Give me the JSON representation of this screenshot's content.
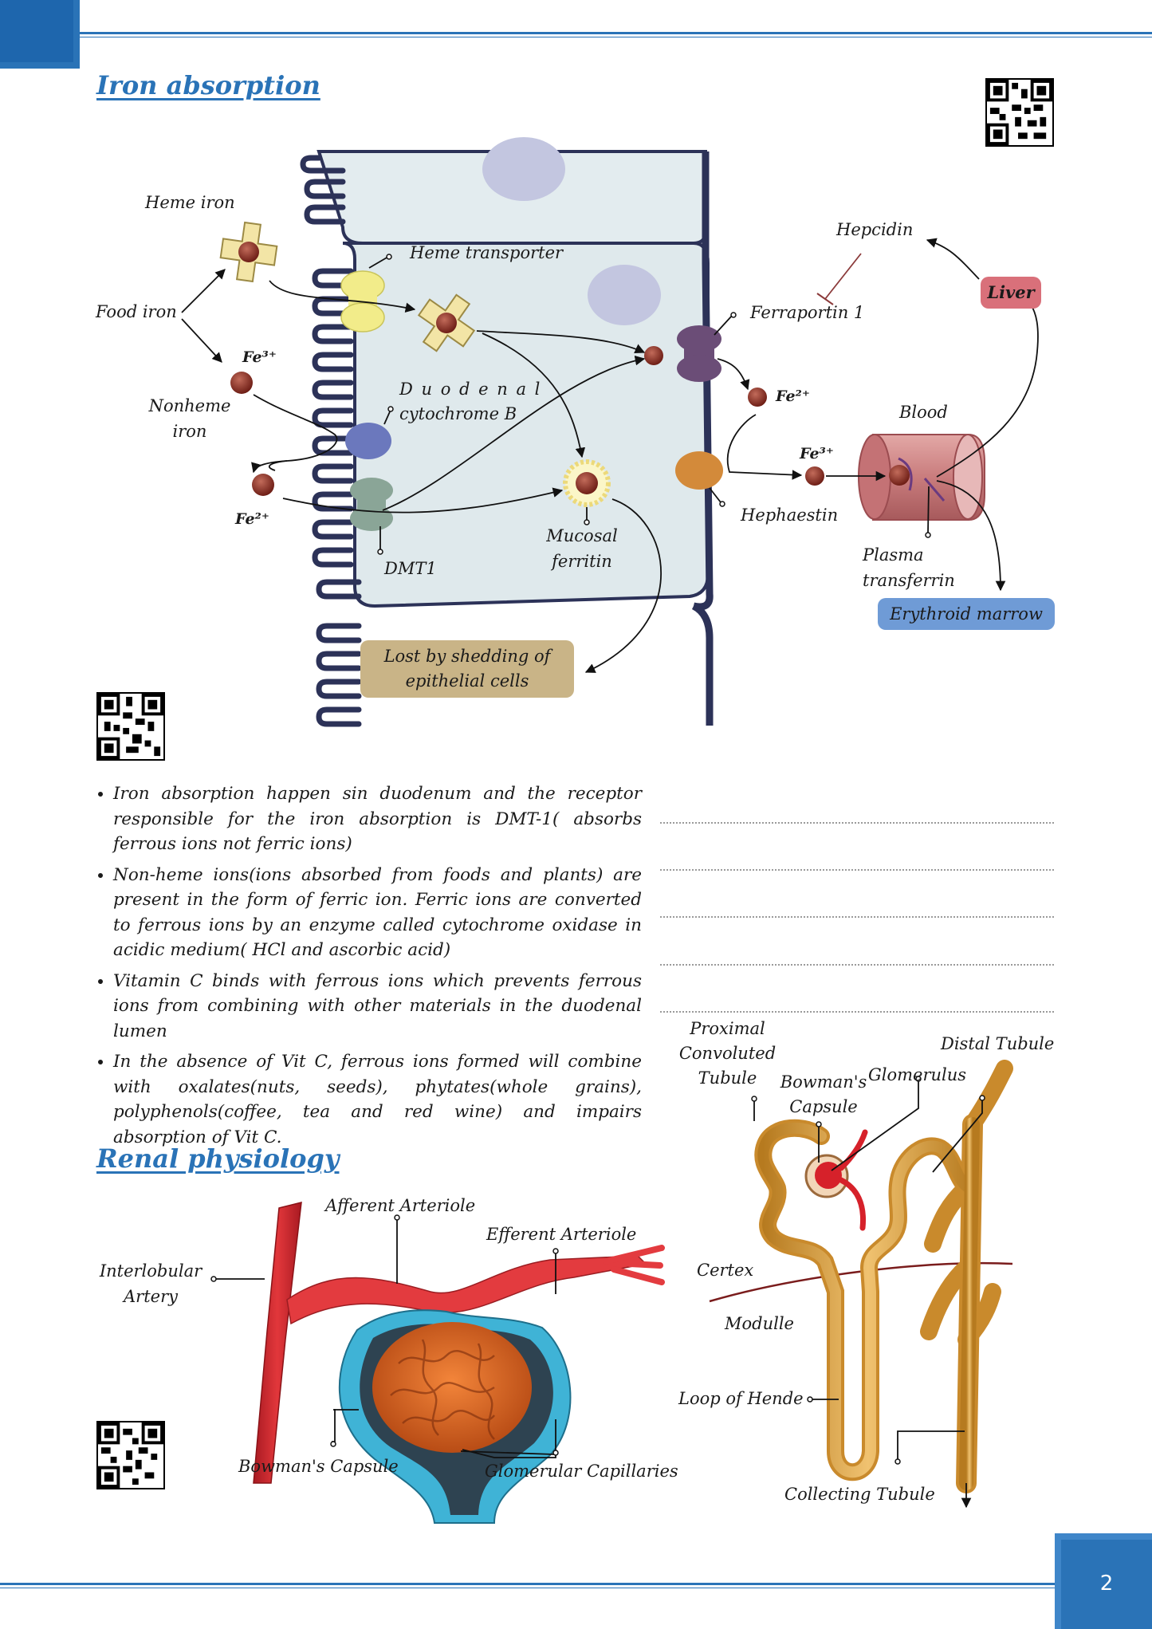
{
  "page": {
    "number": "2"
  },
  "iron": {
    "title": "Iron absorption",
    "labels": {
      "heme_iron": "Heme iron",
      "food_iron": "Food iron",
      "nonheme_iron_1": "Nonheme",
      "nonheme_iron_2": "iron",
      "fe3_left": "Fe³⁺",
      "fe2_left": "Fe²⁺",
      "heme_transporter": "Heme transporter",
      "duodenal_1": "D u o d e n a l",
      "duodenal_2": "cytochrome B",
      "dmt1": "DMT1",
      "mucosal_1": "Mucosal",
      "mucosal_2": "ferritin",
      "lost": "Lost by shedding of epithelial cells",
      "hepcidin": "Hepcidin",
      "liver": "Liver",
      "ferraportin": "Ferraportin 1",
      "fe2_right": "Fe²⁺",
      "fe3_right": "Fe³⁺",
      "blood": "Blood",
      "hephaestin": "Hephaestin",
      "plasma_1": "Plasma",
      "plasma_2": "transferrin",
      "erythroid": "Erythroid marrow"
    },
    "bullets": [
      "Iron absorption happen sin duodenum and the receptor responsible for the iron absorption is DMT-1( absorbs ferrous ions not ferric ions)",
      "Non-heme ions(ions absorbed from foods and plants) are present in the form of ferric ion. Ferric ions are converted to ferrous ions by an enzyme called cytochrome oxidase in acidic medium( HCl and ascorbic acid)",
      "Vitamin C binds with ferrous ions which prevents ferrous ions from combining with other materials in the duodenal lumen",
      "In the absence of Vit C, ferrous ions formed will combine with oxalates(nuts, seeds), phytates(whole grains), polyphenols(coffee, tea and red wine) and impairs absorption of Vit C."
    ]
  },
  "renal": {
    "title": "Renal physiology",
    "glomerulus_labels": {
      "afferent": "Afferent Arteriole",
      "efferent": "Efferent Arteriole",
      "interlobular_1": "Interlobular",
      "interlobular_2": "Artery",
      "bowman": "Bowman's Capsule",
      "glomerular_caps": "Glomerular Capillaries"
    },
    "nephron_labels": {
      "proximal_1": "Proximal",
      "proximal_2": "Convoluted",
      "proximal_3": "Tubule",
      "bowman_1": "Bowman's",
      "bowman_2": "Capsule",
      "glomerulus": "Glomerulus",
      "distal": "Distal Tubule",
      "certex": "Certex",
      "modulle": "Modulle",
      "loop": "Loop of Hende",
      "collecting": "Collecting Tubule"
    }
  },
  "colors": {
    "accent": "#2a73b7",
    "liver": "#d9707a",
    "erythroid": "#6f9bd6",
    "lost_box": "#c9b487"
  }
}
